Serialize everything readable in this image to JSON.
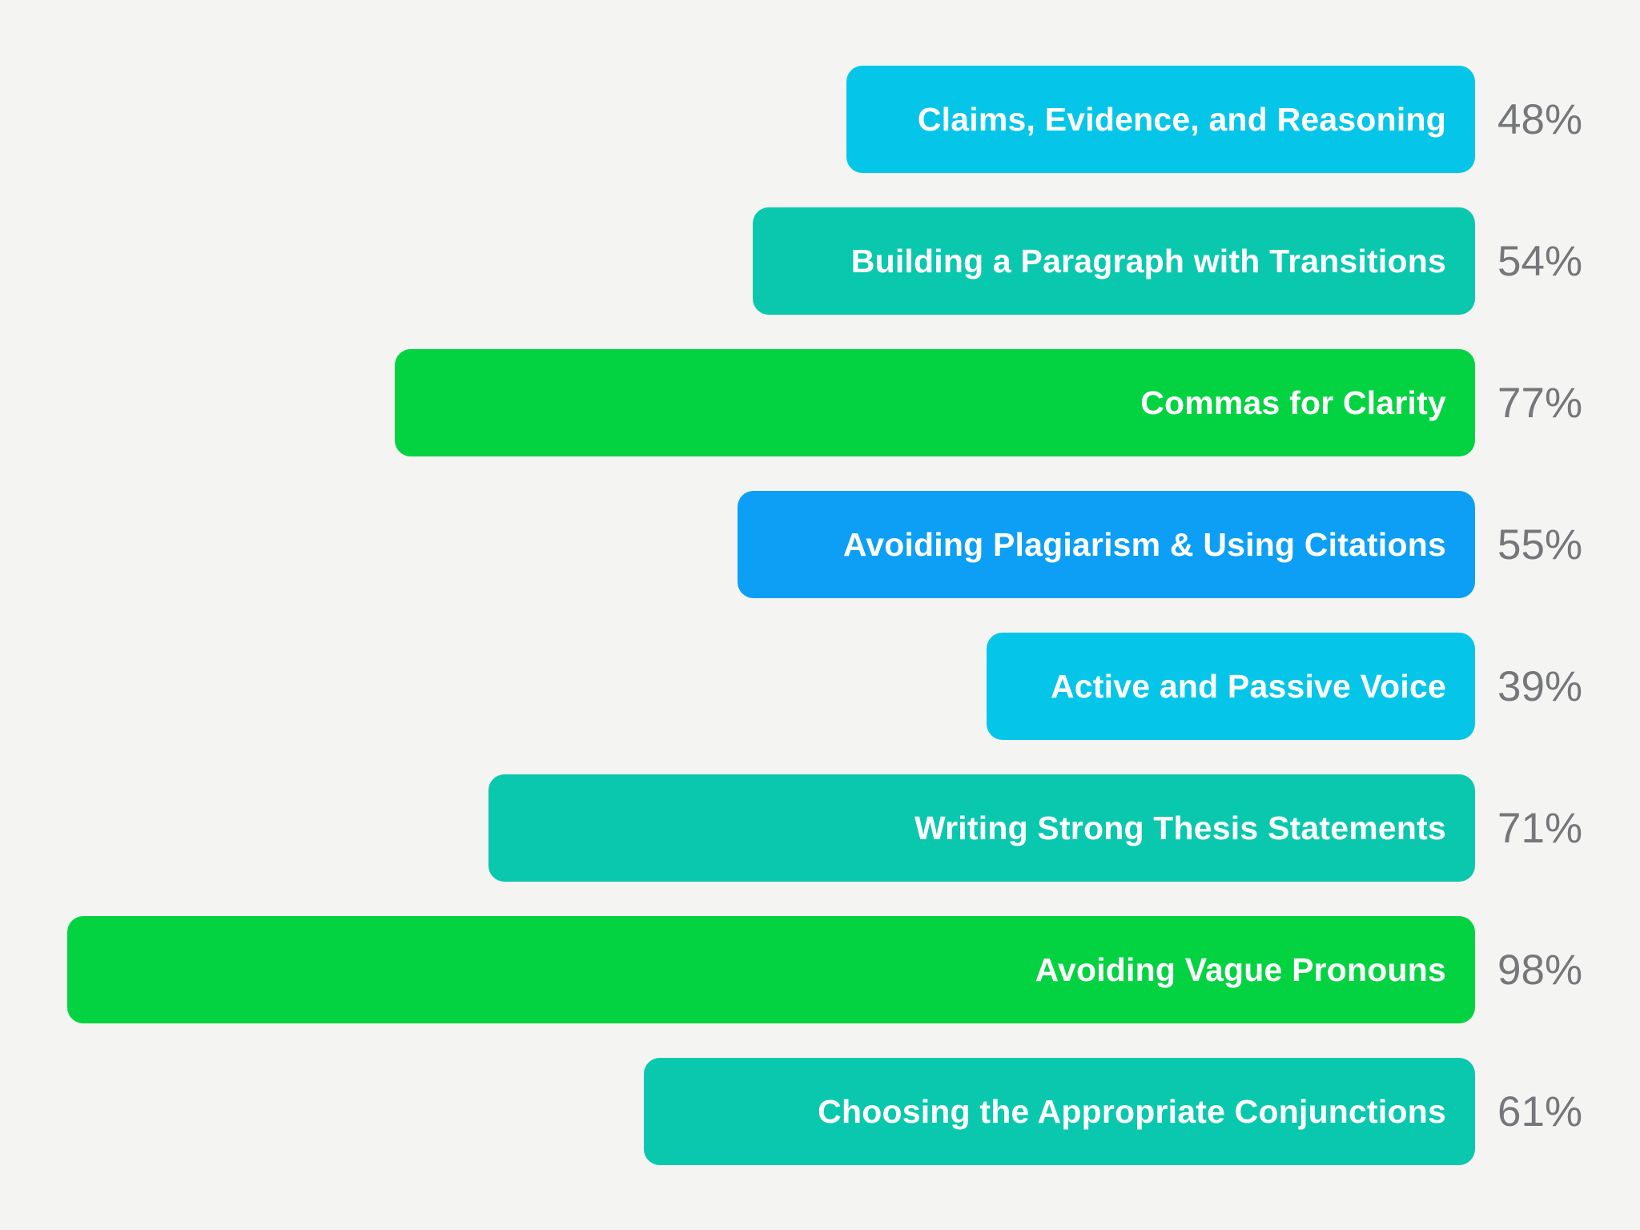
{
  "chart_data": {
    "type": "bar",
    "orientation": "horizontal",
    "title": "",
    "xlabel": "",
    "ylabel": "",
    "unit": "%",
    "xlim": [
      0,
      100
    ],
    "grid": false,
    "legend": false,
    "background_color": "#f4f4f3",
    "bar_text_color": "#ffffff",
    "value_text_color": "#76777a",
    "categories": [
      "Claims, Evidence, and Reasoning",
      "Building a Paragraph with Transitions",
      "Commas for Clarity",
      "Avoiding Plagiarism & Using Citations",
      "Active and Passive Voice",
      "Writing Strong Thesis Statements",
      "Avoiding Vague Pronouns",
      "Choosing the Appropriate Conjunctions"
    ],
    "values": [
      48,
      54,
      77,
      55,
      39,
      71,
      98,
      61
    ],
    "items": [
      {
        "label": "Claims, Evidence, and Reasoning",
        "value": 48,
        "value_label": "48%",
        "color": "#05c6e8"
      },
      {
        "label": "Building a Paragraph with Transitions",
        "value": 54,
        "value_label": "54%",
        "color": "#0ac8ae"
      },
      {
        "label": "Commas for Clarity",
        "value": 77,
        "value_label": "77%",
        "color": "#04d341"
      },
      {
        "label": "Avoiding Plagiarism & Using Citations",
        "value": 55,
        "value_label": "55%",
        "color": "#0c9ff5"
      },
      {
        "label": "Active and Passive Voice",
        "value": 39,
        "value_label": "39%",
        "color": "#05c6e8"
      },
      {
        "label": "Writing Strong Thesis Statements",
        "value": 71,
        "value_label": "71%",
        "color": "#0ac8ae"
      },
      {
        "label": "Avoiding Vague Pronouns",
        "value": 98,
        "value_label": "98%",
        "color": "#04d341"
      },
      {
        "label": "Choosing the Appropriate Conjunctions",
        "value": 61,
        "value_label": "61%",
        "color": "#0ac8ae"
      }
    ]
  }
}
